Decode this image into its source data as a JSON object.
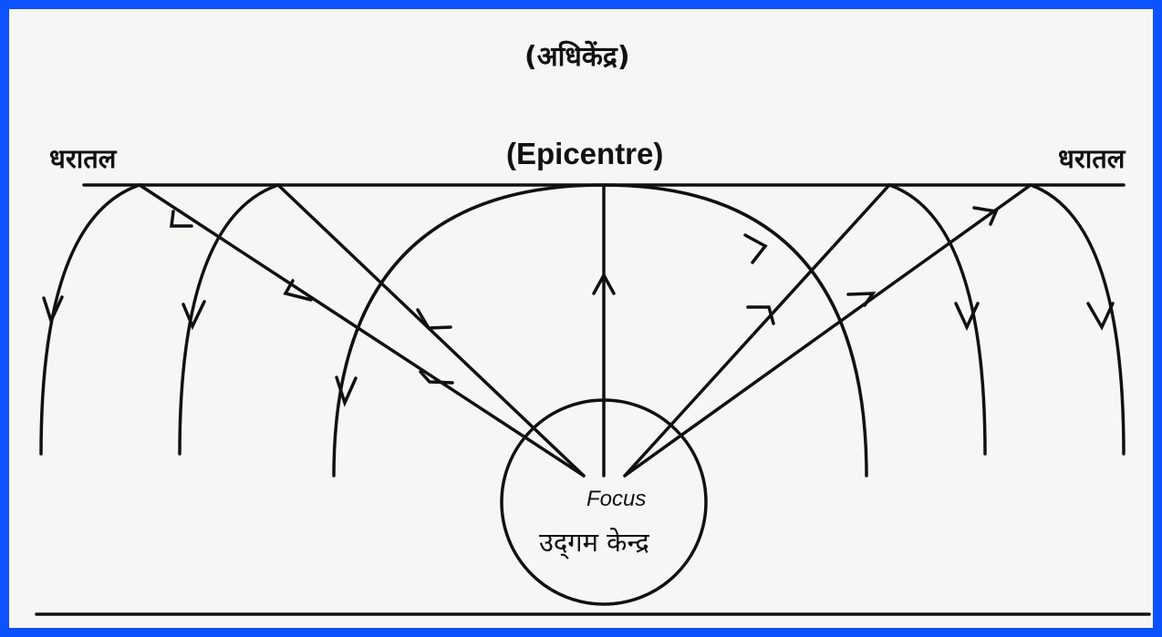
{
  "colors": {
    "frame_border": "#0d52ff",
    "ink": "#111111",
    "paper": "#f6f6f4"
  },
  "labels": {
    "epicentre_hindi": "(अधिकेंद्र)",
    "epicentre_english": "(Epicentre)",
    "surface_left": "धरातल",
    "surface_right": "धरातल",
    "focus_english": "Focus",
    "focus_hindi": "उद्‌गम केन्द्र"
  }
}
